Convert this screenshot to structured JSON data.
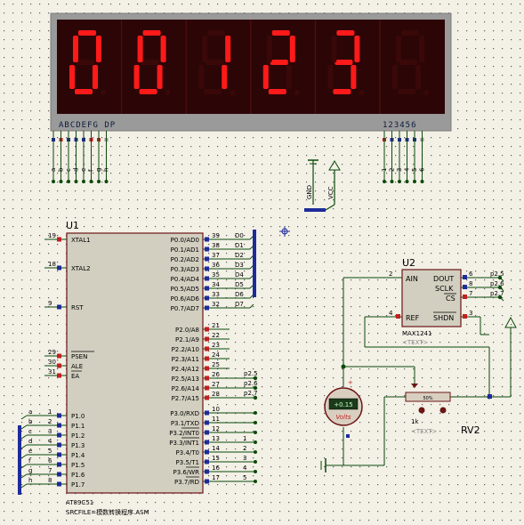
{
  "display": {
    "digits": [
      "0",
      "0",
      "1",
      "2",
      "3",
      ""
    ],
    "segments_label": "ABCDEFG  DP",
    "common_label": "123456",
    "seg_pins": [
      "a",
      "b",
      "c",
      "d",
      "e",
      "f",
      "g",
      "h"
    ],
    "com_pins": [
      "1",
      "2",
      "3",
      "4",
      "5",
      "6"
    ]
  },
  "power": {
    "gnd": "GND",
    "vcc": "VCC"
  },
  "u1": {
    "ref": "U1",
    "part": "AT89C51",
    "srcfile": "SRCFILE=模数转换程序.ASM",
    "left_pins": [
      {
        "num": "19",
        "name": "XTAL1"
      },
      {
        "num": "18",
        "name": "XTAL2"
      },
      {
        "num": "9",
        "name": "RST"
      },
      {
        "num": "29",
        "name": "PSEN"
      },
      {
        "num": "30",
        "name": "ALE"
      },
      {
        "num": "31",
        "name": "EA"
      },
      {
        "num": "1",
        "name": "P1.0"
      },
      {
        "num": "2",
        "name": "P1.1"
      },
      {
        "num": "3",
        "name": "P1.2"
      },
      {
        "num": "4",
        "name": "P1.3"
      },
      {
        "num": "5",
        "name": "P1.4"
      },
      {
        "num": "6",
        "name": "P1.5"
      },
      {
        "num": "7",
        "name": "P1.6"
      },
      {
        "num": "8",
        "name": "P1.7"
      }
    ],
    "right_pins": [
      {
        "num": "39",
        "name": "P0.0/AD0",
        "net": "D0"
      },
      {
        "num": "38",
        "name": "P0.1/AD1",
        "net": "D1"
      },
      {
        "num": "37",
        "name": "P0.2/AD2",
        "net": "D2"
      },
      {
        "num": "36",
        "name": "P0.3/AD3",
        "net": "D3"
      },
      {
        "num": "35",
        "name": "P0.4/AD4",
        "net": "D4"
      },
      {
        "num": "34",
        "name": "P0.5/AD5",
        "net": "D5"
      },
      {
        "num": "33",
        "name": "P0.6/AD6",
        "net": "D6"
      },
      {
        "num": "32",
        "name": "P0.7/AD7",
        "net": "D7"
      },
      {
        "num": "21",
        "name": "P2.0/A8",
        "net": ""
      },
      {
        "num": "22",
        "name": "P2.1/A9",
        "net": ""
      },
      {
        "num": "23",
        "name": "P2.2/A10",
        "net": ""
      },
      {
        "num": "24",
        "name": "P2.3/A11",
        "net": ""
      },
      {
        "num": "25",
        "name": "P2.4/A12",
        "net": ""
      },
      {
        "num": "26",
        "name": "P2.5/A13",
        "net": "p2.5"
      },
      {
        "num": "27",
        "name": "P2.6/A14",
        "net": "p2.6"
      },
      {
        "num": "28",
        "name": "P2.7/A15",
        "net": "p2.7"
      },
      {
        "num": "10",
        "name": "P3.0/RXD",
        "net": ""
      },
      {
        "num": "11",
        "name": "P3.1/TXD",
        "net": ""
      },
      {
        "num": "12",
        "name": "P3.2/INT0",
        "net": ""
      },
      {
        "num": "13",
        "name": "P3.3/INT1",
        "net": "1"
      },
      {
        "num": "14",
        "name": "P3.4/T0",
        "net": "2"
      },
      {
        "num": "15",
        "name": "P3.5/T1",
        "net": "3"
      },
      {
        "num": "16",
        "name": "P3.6/WR",
        "net": "4"
      },
      {
        "num": "17",
        "name": "P3.7/RD",
        "net": "5"
      }
    ],
    "p1_nets": [
      "a",
      "b",
      "c",
      "d",
      "e",
      "f",
      "g",
      "h"
    ]
  },
  "u2": {
    "ref": "U2",
    "part": "MAX1241",
    "text": "<TEXT>",
    "pins": {
      "ain": {
        "num": "2",
        "name": "AIN"
      },
      "ref": {
        "num": "4",
        "name": "REF"
      },
      "dout": {
        "num": "6",
        "name": "DOUT",
        "net": "p2.5"
      },
      "sclk": {
        "num": "8",
        "name": "SCLK",
        "net": "p2.6"
      },
      "cs": {
        "num": "7",
        "name": "CS",
        "net": "p2.7"
      },
      "shdn": {
        "num": "3",
        "name": "SHDN"
      }
    }
  },
  "voltmeter": {
    "reading": "+0.15",
    "unit": "Volts",
    "plus": "+"
  },
  "rv2": {
    "ref": "RV2",
    "value": "1k",
    "text": "<TEXT>",
    "pct": "50%"
  },
  "colors": {
    "display_bg": "#250505",
    "segment_on": "#ff1a1a",
    "segment_off": "#3a0808",
    "wire": "#0a4a0a",
    "bus": "#1e2b9a",
    "chip_fill": "#d2cfc0",
    "chip_border": "#6b1515"
  }
}
